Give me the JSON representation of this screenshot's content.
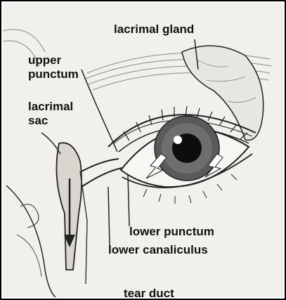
{
  "labels": {
    "lacrimal_gland": "lacrimal gland",
    "upper_punctum_line1": "upper",
    "upper_punctum_line2": "punctum",
    "lacrimal_sac_line1": "lacrimal",
    "lacrimal_sac_line2": "sac",
    "lower_punctum": "lower punctum",
    "lower_canaliculus": "lower canaliculus",
    "tear_duct": "tear duct"
  },
  "colors": {
    "line_art": "#222222",
    "paper": "#f2f0ec",
    "iris": "#5a5a5a",
    "pupil": "#0d0d0d",
    "gland": "#e8e6e0"
  }
}
